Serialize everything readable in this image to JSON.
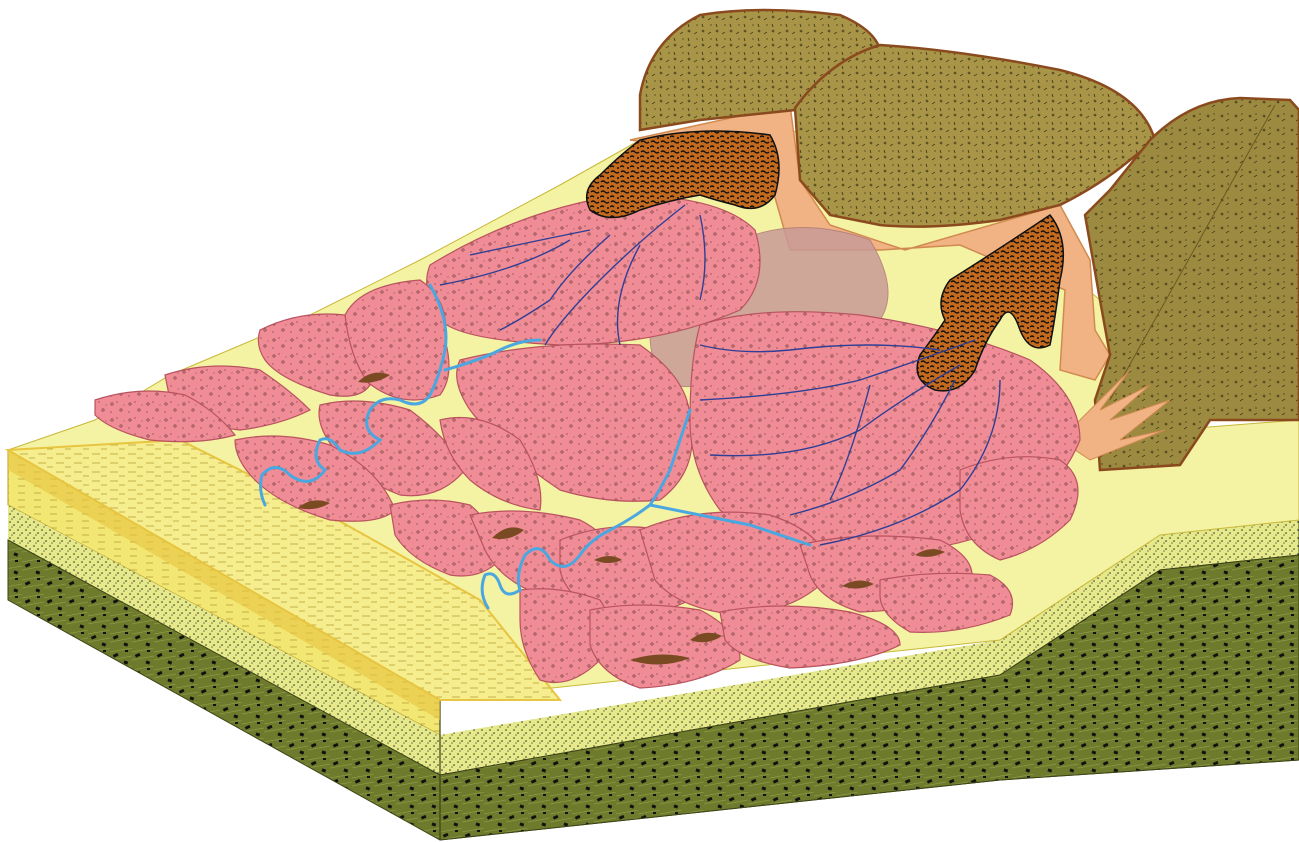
{
  "diagram": {
    "type": "geological-block-diagram",
    "labels": [],
    "colors": {
      "background": "#ffffff",
      "cliff_rock": "#a89548",
      "cliff_rock_dark": "#8a7a38",
      "cliff_outline": "#8a4a1e",
      "scarp_face": "#f1b384",
      "fan_deposit": "#f08c96",
      "fan_outline": "#b8535f",
      "fan_faded": "#c99a97",
      "floodplain": "#f4f2a3",
      "lake_surface": "#f6ee8e",
      "lake_edge": "#e7c540",
      "sand_layer": "#e6e98a",
      "conglomerate": "#6e7a2c",
      "debris_lobe": "#c46a1e",
      "river": "#4aa7e0",
      "distributary": "#2e3f95",
      "mud_clast": "#7a4a22"
    },
    "icons": [
      "lake-hatch-pattern",
      "sand-stipple-pattern",
      "conglomerate-pattern",
      "fan-gravel-pattern",
      "debris-pattern",
      "cliff-speckle-pattern"
    ]
  }
}
